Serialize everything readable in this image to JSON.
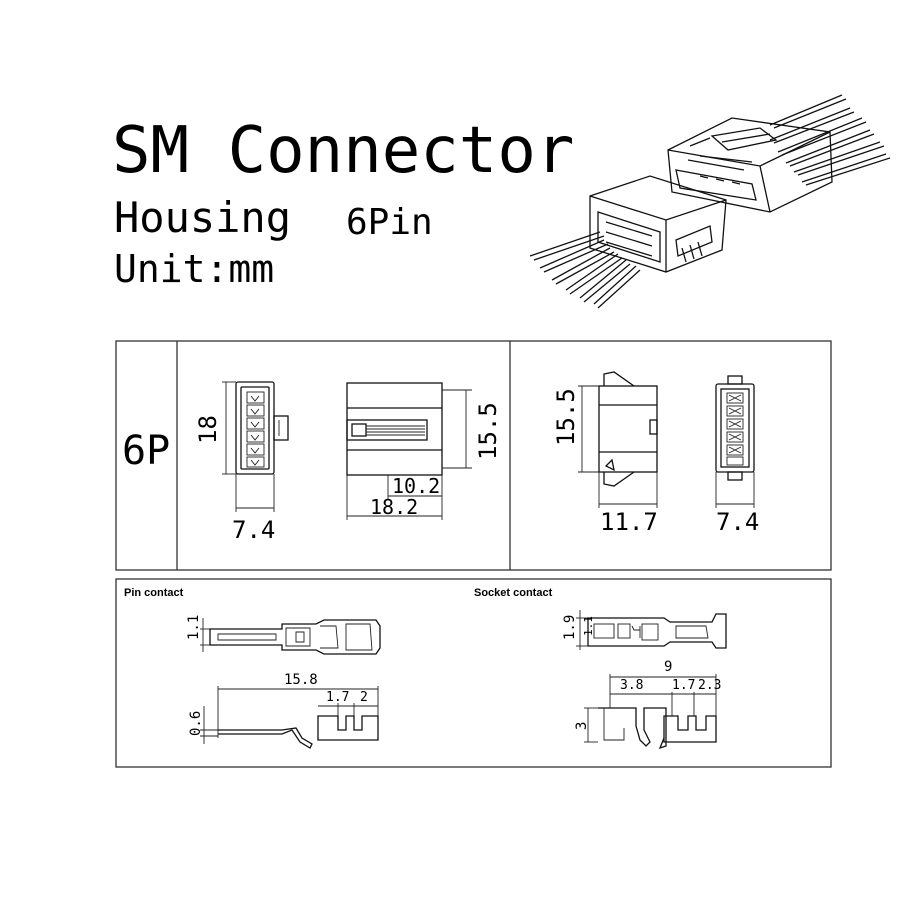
{
  "header": {
    "title": "SM Connector",
    "subtitle_a": "Housing",
    "subtitle_b": "6Pin",
    "unit": "Unit:mm"
  },
  "housing": {
    "row_label": "6P",
    "dims": {
      "front_height": "18",
      "front_width": "7.4",
      "side_height": "15.5",
      "side_inner": "10.2",
      "side_length": "18.2",
      "plug_height": "15.5",
      "plug_length": "11.7",
      "plug_width": "7.4"
    }
  },
  "contacts": {
    "pin": {
      "label": "Pin contact",
      "d_top": "1.1",
      "d_side": "0.6",
      "length": "15.8",
      "seg_a": "1.7",
      "seg_b": "2"
    },
    "socket": {
      "label": "Socket contact",
      "d_top_a": "1.9",
      "d_top_b": "1.1",
      "length": "9",
      "seg_a": "3.8",
      "seg_b": "1.7",
      "seg_c": "2.3",
      "height": "3"
    }
  }
}
